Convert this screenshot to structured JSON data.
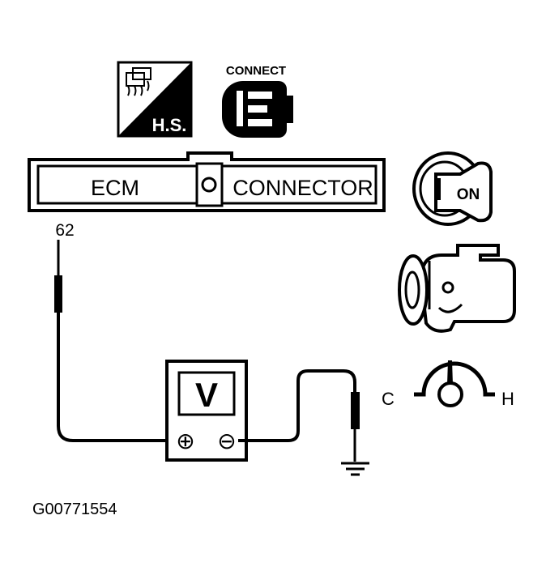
{
  "icons": {
    "harness_label": "H.S.",
    "connect_label": "CONNECT"
  },
  "connector": {
    "left_label": "ECM",
    "right_label": "CONNECTOR",
    "terminal": "62"
  },
  "ignition": {
    "label": "ON"
  },
  "meter": {
    "label": "V",
    "plus": "⊕",
    "minus": "⊖"
  },
  "temp_gauge": {
    "cold": "C",
    "hot": "H"
  },
  "figure_id": "G00771554"
}
